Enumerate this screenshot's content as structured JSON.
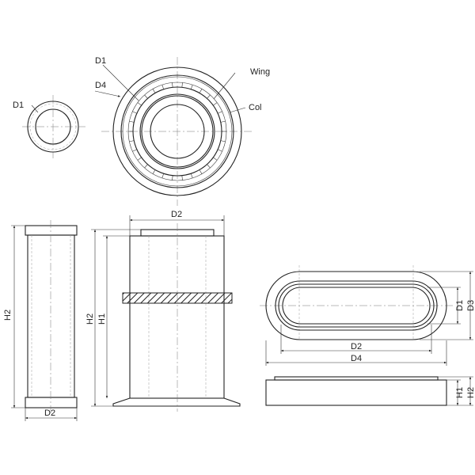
{
  "labels": {
    "small_circle_d1": "D1",
    "top_d1": "D1",
    "top_d4": "D4",
    "wing": "Wing",
    "col": "Col",
    "tube_h2": "H2",
    "tube_d2": "D2",
    "housing_d2": "D2",
    "housing_h2": "H2",
    "housing_h1": "H1",
    "oval_d1": "D1",
    "oval_d3": "D3",
    "oval_d2": "D2",
    "oval_d4": "D4",
    "panel_h1": "H1",
    "panel_h2": "H2"
  }
}
